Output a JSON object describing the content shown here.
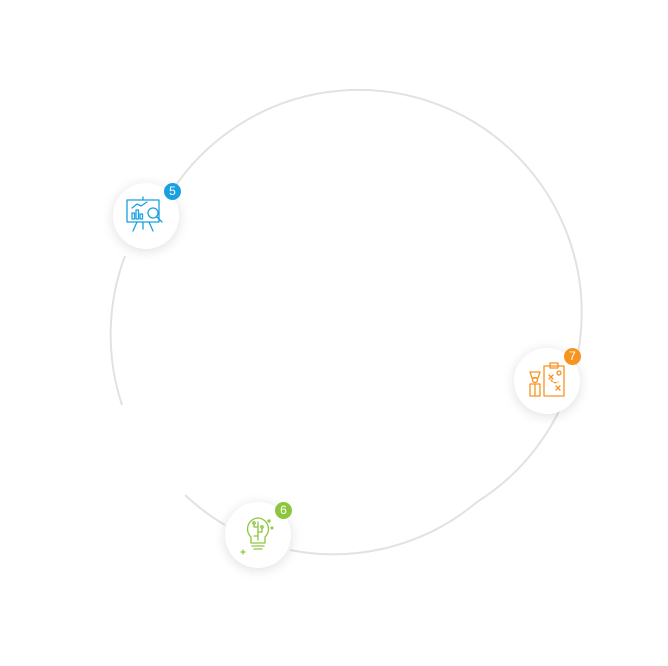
{
  "colors": {
    "ring": "#e2e2e2",
    "step5": "#1aa0e0",
    "step6": "#8cc63e",
    "step7": "#f7931e"
  },
  "steps": [
    {
      "number": "5",
      "icon": "presentation-analytics-icon",
      "color": "#1aa0e0"
    },
    {
      "number": "6",
      "icon": "lightbulb-circuit-icon",
      "color": "#8cc63e"
    },
    {
      "number": "7",
      "icon": "strategy-planning-icon",
      "color": "#f7931e"
    }
  ]
}
